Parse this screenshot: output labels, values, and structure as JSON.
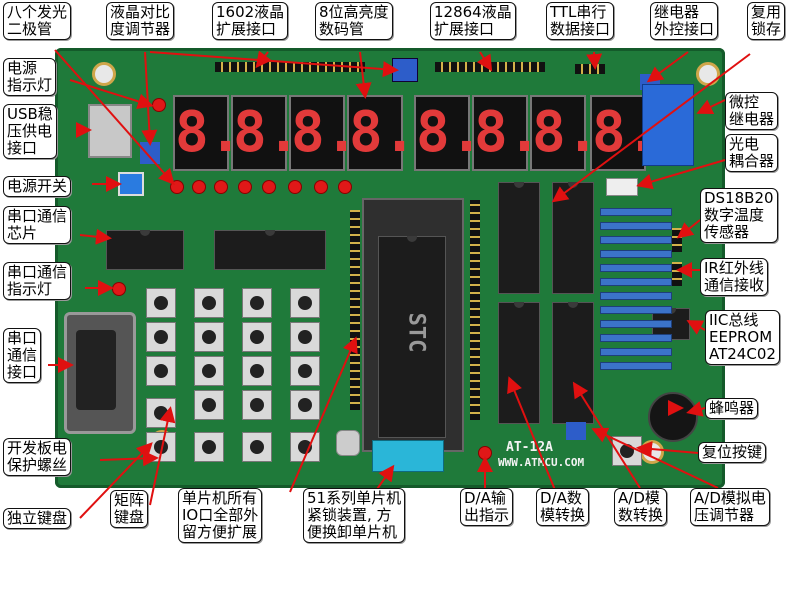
{
  "labels": {
    "led_eight": "八个发光\n二极管",
    "lcd_contrast": "液晶对比\n度调节器",
    "lcd1602": "1602液晶\n扩展接口",
    "seg8": "8位高亮度\n数码管",
    "lcd12864": "12864液晶\n扩展接口",
    "ttl_serial": "TTL串行\n数据接口",
    "relay_out": "继电器\n外控接口",
    "reuse_latch": "复用\n锁存",
    "power_led": "电源\n指示灯",
    "usb_power": "USB稳\n压供电\n接口",
    "micro_relay": "微控\n继电器",
    "power_switch": "电源开关",
    "optocoupler": "光电\n耦合器",
    "serial_chip": "串口通信\n芯片",
    "ds18b20": "DS18B20\n数字温度\n传感器",
    "serial_led": "串口通信\n指示灯",
    "ir": "IR红外线\n通信接收",
    "serial_port": "串口\n通信\n接口",
    "iic": "IIC总线\nEEPROM\nAT24C02",
    "buzzer": "蜂鸣器",
    "screw": "开发板电\n保护螺丝",
    "reset": "复位按键",
    "indep_key": "独立键盘",
    "matrix_key": "矩阵\n键盘",
    "mcu_io": "单片机所有\nIO口全部外\n留方便扩展",
    "socket": "51系列单片机\n紧锁装置, 方\n便换卸单片机",
    "da_indicator": "D/A输\n出指示",
    "da_convert": "D/A数\n模转换",
    "ad_convert": "A/D模\n数转换",
    "ad_voltage": "A/D模拟电\n压调节器"
  },
  "board": {
    "model": "AT-12A",
    "website": "WWW.ATMCU.COM",
    "mcu_marking": "STC"
  },
  "display": {
    "digits": [
      "8.",
      "8.",
      "8.",
      "8.",
      "8.",
      "8.",
      "8.",
      "8."
    ]
  }
}
